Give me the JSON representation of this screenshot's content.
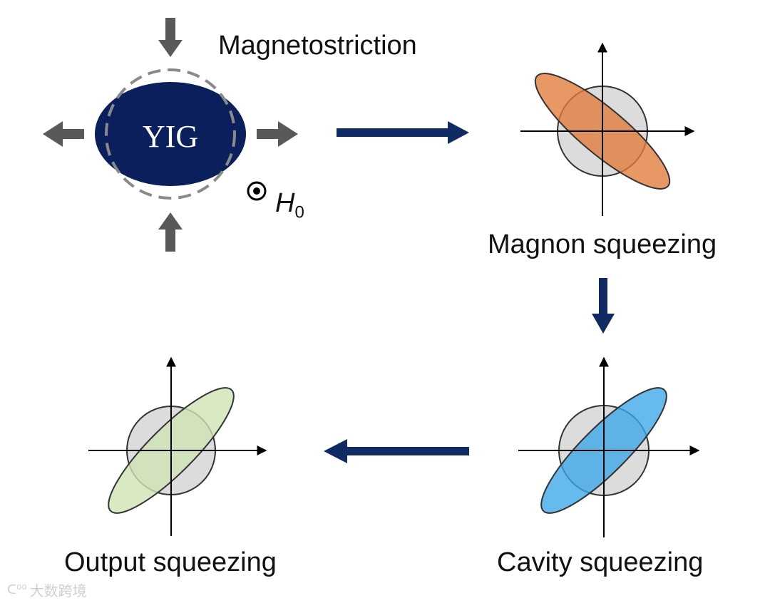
{
  "labels": {
    "magnetostriction": "Magnetostriction",
    "yig": "YIG",
    "field_symbol": "H",
    "field_subscript": "0",
    "magnon_squeezing": "Magnon squeezing",
    "cavity_squeezing": "Cavity squeezing",
    "output_squeezing": "Output squeezing"
  },
  "watermark": {
    "logo": "ᑕ⁰⁰",
    "text": "大数跨境"
  },
  "colors": {
    "yig_fill": "#0b1f5c",
    "flow_arrow": "#102a63",
    "force_arrow": "#595959",
    "circle_fill": "#dedede",
    "magnon_ellipse": "#e07b39",
    "cavity_ellipse": "#3ba6e8",
    "output_ellipse": "#cfe3b4"
  }
}
